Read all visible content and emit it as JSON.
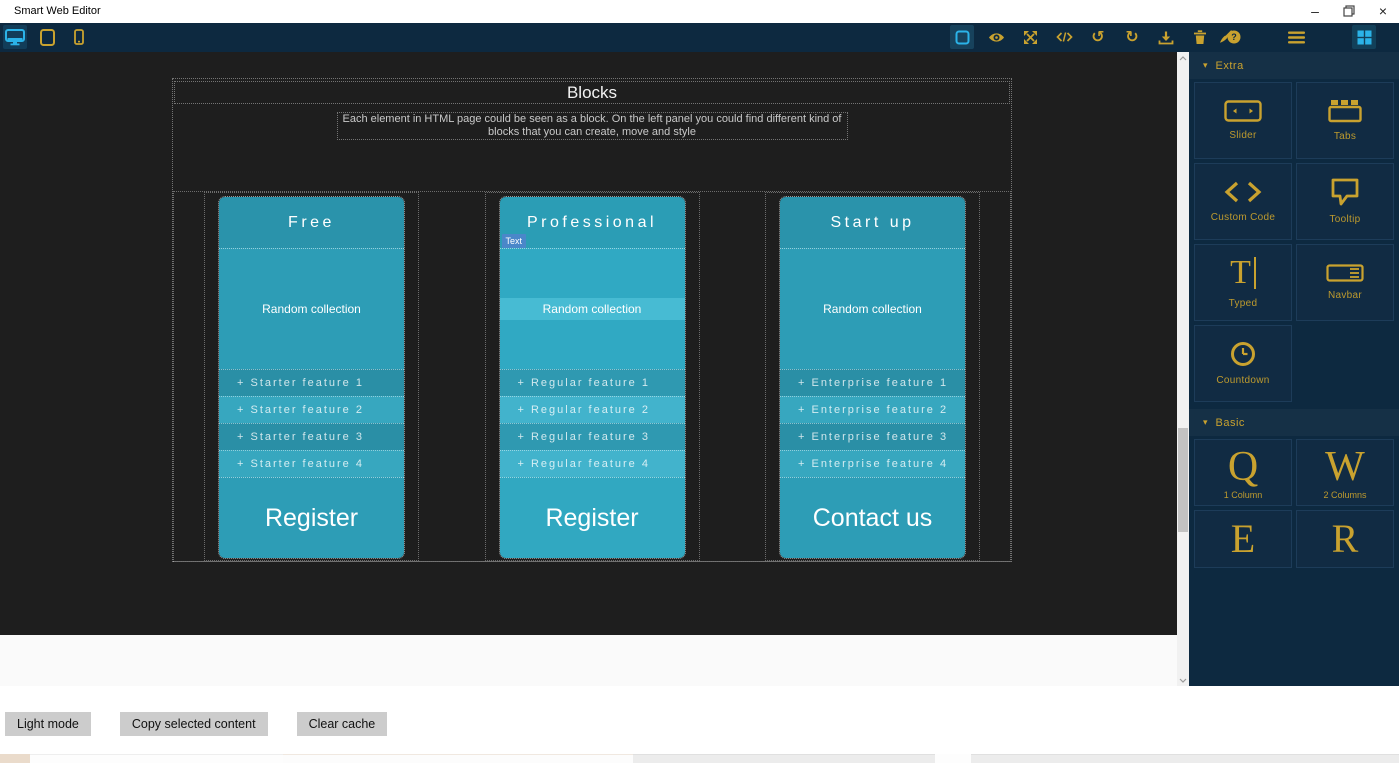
{
  "window": {
    "title": "Smart Web Editor",
    "controls": {
      "minimize": "–",
      "close": "×"
    }
  },
  "toolbar": {
    "devices": [
      {
        "name": "desktop",
        "active": true
      },
      {
        "name": "tablet",
        "active": false
      },
      {
        "name": "mobile",
        "active": false
      }
    ],
    "undo_glyph": "↺",
    "redo_glyph": "↻"
  },
  "canvas": {
    "section_title": "Blocks",
    "section_subtitle": "Each element in HTML page could be seen as a block. On the left panel you could find different kind of blocks that you can create, move and style",
    "selected_element_badge": "Text",
    "cards": [
      {
        "title": "Free",
        "collection": "Random collection",
        "features": [
          "+ Starter feature 1",
          "+ Starter feature 2",
          "+ Starter feature 3",
          "+ Starter feature 4"
        ],
        "action": "Register"
      },
      {
        "title": "Professional",
        "collection": "Random collection",
        "features": [
          "+ Regular feature 1",
          "+ Regular feature 2",
          "+ Regular feature 3",
          "+ Regular feature 4"
        ],
        "action": "Register"
      },
      {
        "title": "Start up",
        "collection": "Random collection",
        "features": [
          "+ Enterprise feature 1",
          "+ Enterprise feature 2",
          "+ Enterprise feature 3",
          "+ Enterprise feature 4"
        ],
        "action": "Contact us"
      }
    ]
  },
  "sidebar": {
    "caret": "▾",
    "sections": [
      {
        "label": "Extra",
        "items": [
          {
            "label": "Slider"
          },
          {
            "label": "Tabs"
          },
          {
            "label": "Custom Code"
          },
          {
            "label": "Tooltip"
          },
          {
            "label": "Typed"
          },
          {
            "label": "Navbar"
          },
          {
            "label": "Countdown"
          }
        ]
      },
      {
        "label": "Basic",
        "items": [
          {
            "letter": "Q",
            "label": "1 Column"
          },
          {
            "letter": "W",
            "label": "2 Columns"
          },
          {
            "letter": "E",
            "label": ""
          },
          {
            "letter": "R",
            "label": ""
          }
        ]
      }
    ]
  },
  "footer": {
    "buttons": [
      "Light mode",
      "Copy selected content",
      "Clear cache"
    ]
  },
  "colors": {
    "gold": "#c9a22f",
    "cyan": "#2bb3e8",
    "navy": "#0d2940",
    "canvas_dark": "#1e1e1e",
    "teal_header": "#2a93ab",
    "badge_blue": "#4a87c9"
  }
}
